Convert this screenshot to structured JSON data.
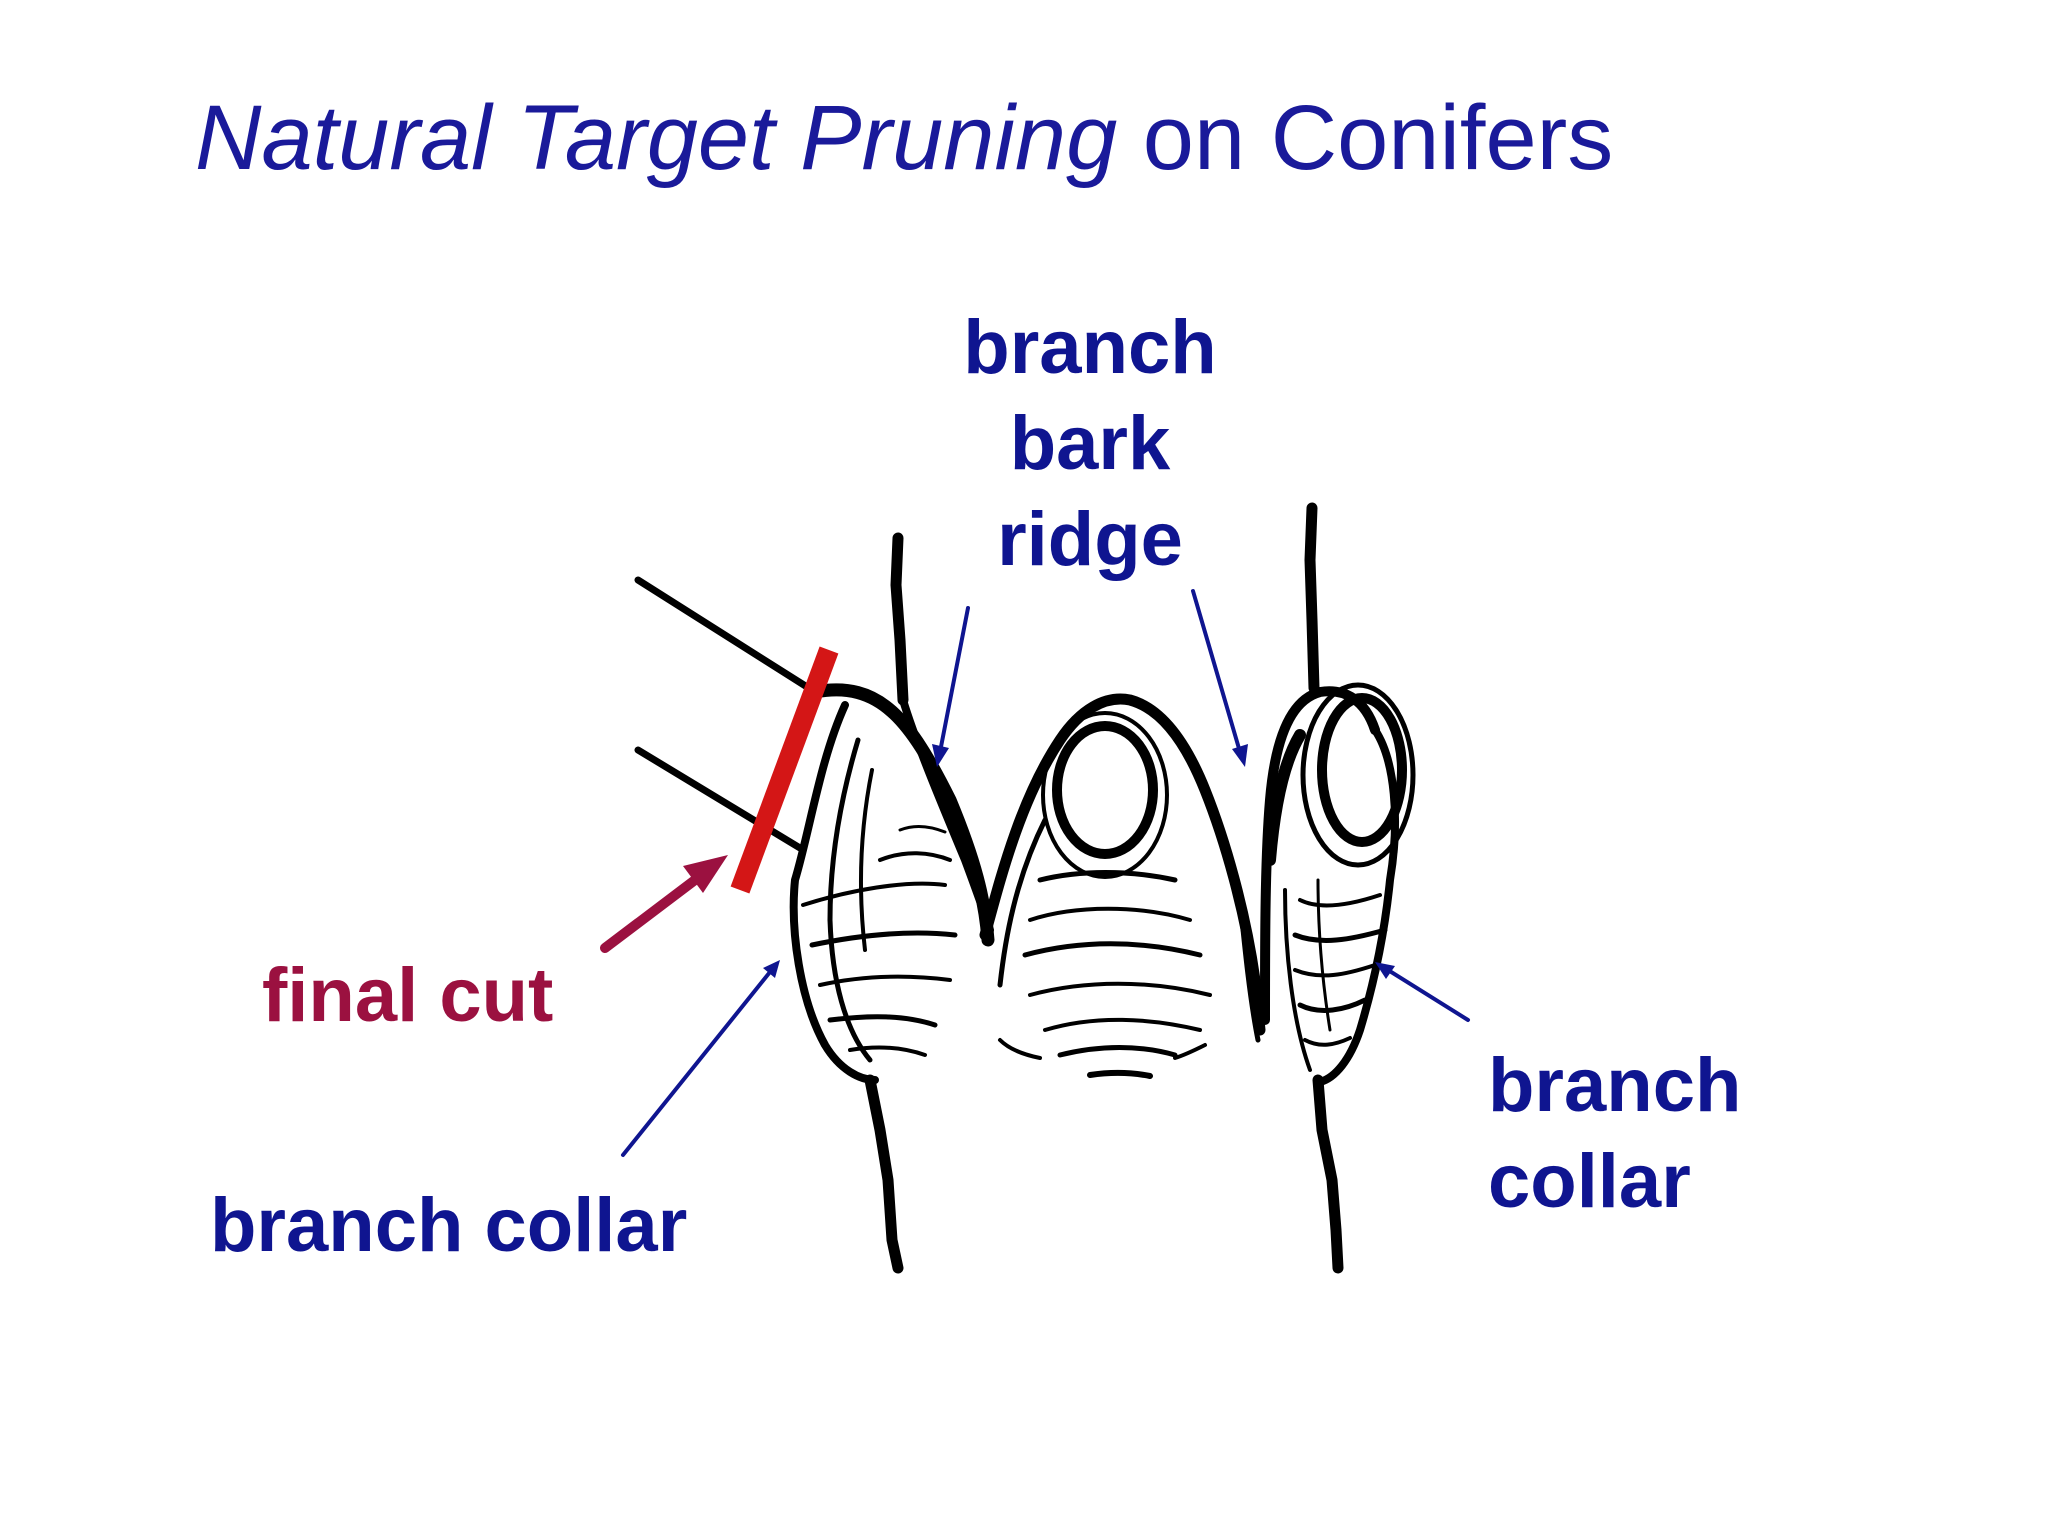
{
  "title": {
    "italic_part": "Natural Target Pruning",
    "plain_part": " on Conifers"
  },
  "labels": {
    "branch_bark_ridge": [
      "branch",
      "bark",
      "ridge"
    ],
    "final_cut": "final cut",
    "branch_collar_left": "branch collar",
    "branch_collar_right": [
      "branch",
      "collar"
    ]
  },
  "colors": {
    "title": "#1a1a9a",
    "label_blue": "#0f1590",
    "final_cut_label": "#9b1140",
    "final_cut_line": "#d41616",
    "final_cut_arrow": "#9b1140",
    "drawing": "#000000"
  }
}
